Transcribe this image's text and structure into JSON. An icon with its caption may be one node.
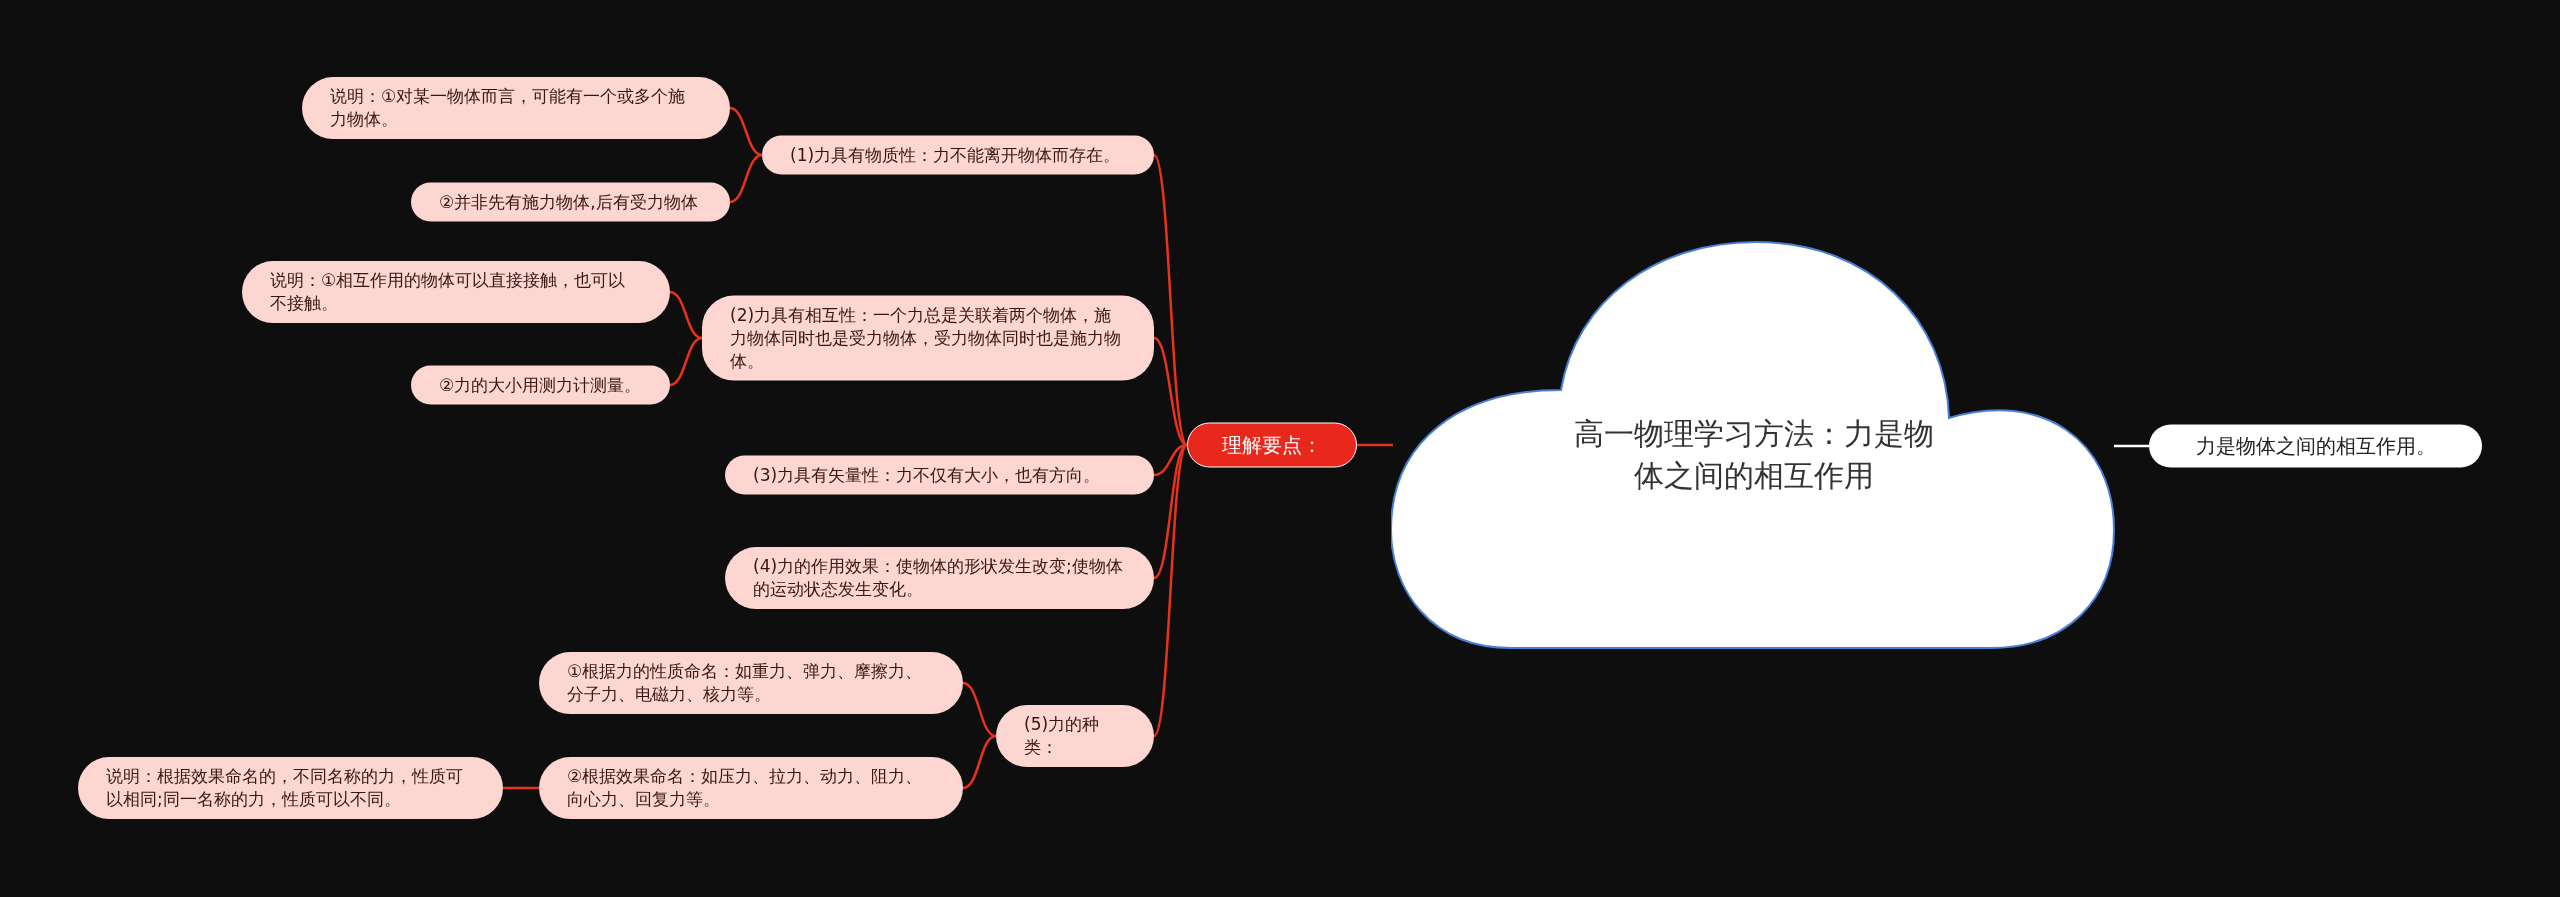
{
  "diagram": {
    "nodes": [
      {
        "text": [
          "高一物理学习方法：力是物体之间的相互作用"
        ]
      },
      {
        "text": [
          "理解要点："
        ]
      },
      {
        "text": [
          "力是物体之间的相互作用。"
        ]
      },
      {
        "text": [
          "(1)力具有物质性：力不能离开物体而存在。"
        ]
      },
      {
        "text": [
          "说明：①对某一物体而言，可能有一个或多个施力物体。"
        ]
      },
      {
        "text": [
          "②并非先有施力物体,后有受力物体"
        ]
      },
      {
        "text": [
          "(2)力具有相互性：一个力总是关联着两个物体，施力物体同时也是受力物体，受力物体同时也是施力物体。"
        ]
      },
      {
        "text": [
          "说明：①相互作用的物体可以直接接触，也可以不接触。"
        ]
      },
      {
        "text": [
          "②力的大小用测力计测量。"
        ]
      },
      {
        "text": [
          "(3)力具有矢量性：力不仅有大小，也有方向。"
        ]
      },
      {
        "text": [
          "(4)力的作用效果：使物体的形状发生改变;使物体的运动状态发生变化。"
        ]
      },
      {
        "text": [
          "(5)力的种类："
        ]
      },
      {
        "text": [
          "①根据力的性质命名：如重力、弹力、摩擦力、分子力、电磁力、核力等。"
        ]
      },
      {
        "text": [
          "②根据效果命名：如压力、拉力、动力、阻力、向心力、回复力等。"
        ]
      },
      {
        "text": [
          "说明：根据效果命名的，不同名称的力，性质可以相同;同一名称的力，性质可以不同。"
        ]
      }
    ],
    "edges": [
      {
        "from": 0,
        "to": 1,
        "arrow": "none"
      },
      {
        "from": 0,
        "to": 2,
        "arrow": "none",
        "color": "#ffffff"
      },
      {
        "from": 1,
        "to": 3,
        "arrow": "none"
      },
      {
        "from": 1,
        "to": 6,
        "arrow": "none"
      },
      {
        "from": 1,
        "to": 9,
        "arrow": "none"
      },
      {
        "from": 1,
        "to": 10,
        "arrow": "none"
      },
      {
        "from": 1,
        "to": 11,
        "arrow": "none"
      },
      {
        "from": 3,
        "to": 4,
        "arrow": "none"
      },
      {
        "from": 3,
        "to": 5,
        "arrow": "none"
      },
      {
        "from": 6,
        "to": 7,
        "arrow": "none"
      },
      {
        "from": 6,
        "to": 8,
        "arrow": "none"
      },
      {
        "from": 11,
        "to": 12,
        "arrow": "none"
      },
      {
        "from": 11,
        "to": 13,
        "arrow": "none"
      },
      {
        "from": 13,
        "to": 14,
        "arrow": "none"
      }
    ]
  }
}
